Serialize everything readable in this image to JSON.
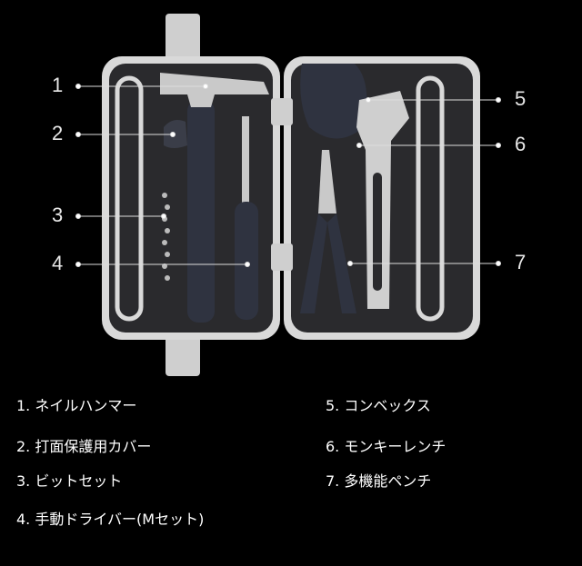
{
  "callouts": [
    "1",
    "2",
    "3",
    "4",
    "5",
    "6",
    "7"
  ],
  "legend": {
    "left": [
      "1. ネイルハンマー",
      "2. 打面保護用カバー",
      "3. ビットセット",
      "4. 手動ドライバー(Mセット)"
    ],
    "right": [
      "5. コンベックス",
      "6. モンキーレンチ",
      "7. 多機能ペンチ"
    ]
  },
  "colors": {
    "background": "#000000",
    "case": "#dcdcdc",
    "case_inner": "#2b2b2e",
    "tool_handle": "#2f3340",
    "chrome": "#c8c8c8"
  }
}
